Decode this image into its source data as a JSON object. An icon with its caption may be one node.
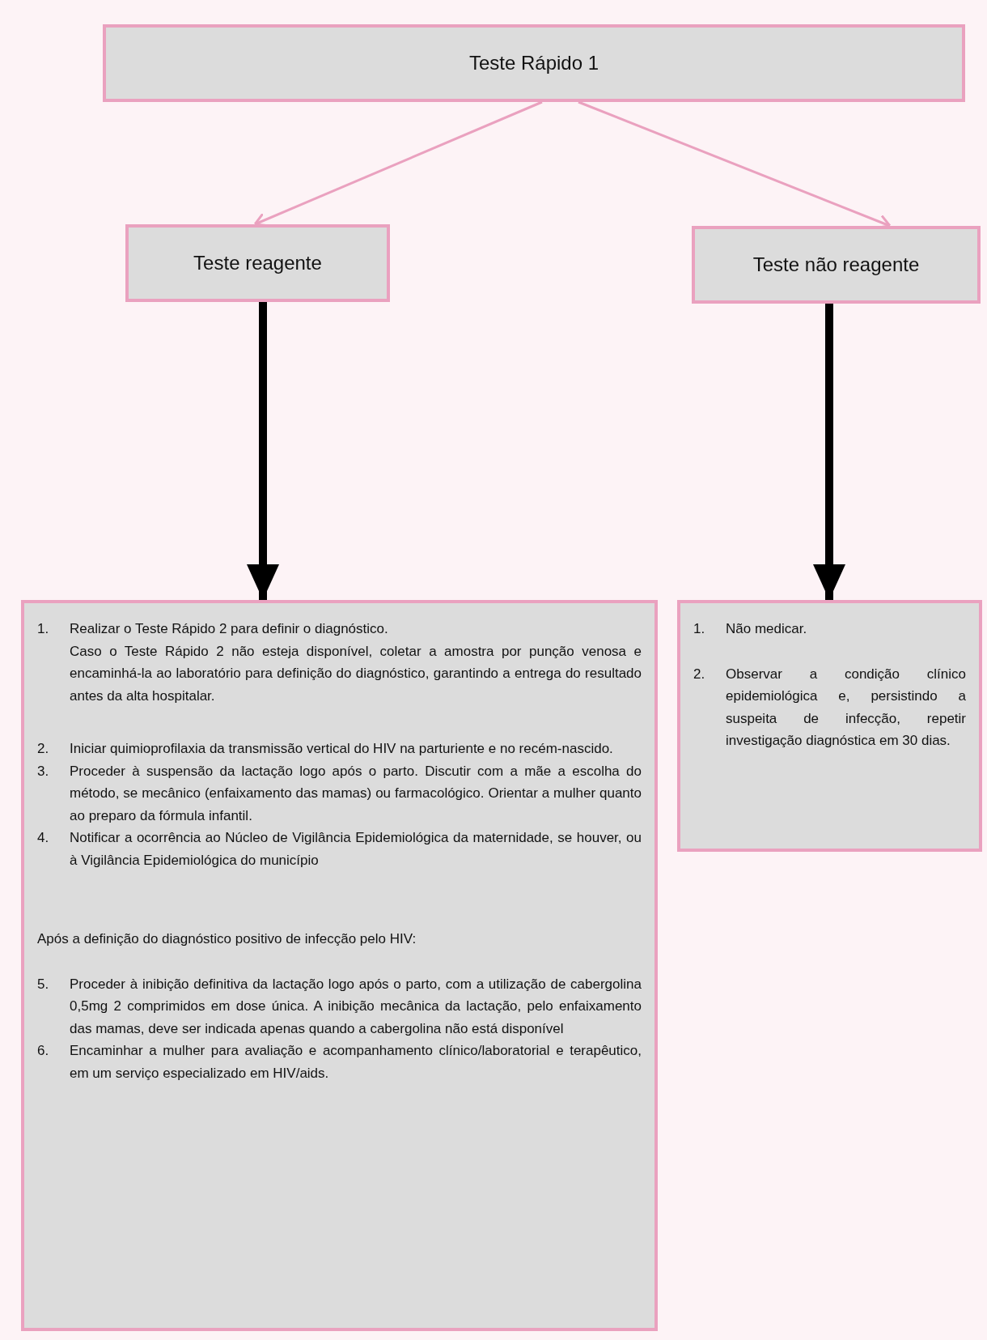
{
  "diagram": {
    "nodes": [
      {
        "text": [
          "Teste Rápido 1"
        ]
      },
      {
        "text": [
          "Teste reagente"
        ]
      },
      {
        "text": [
          "Teste não reagente"
        ]
      },
      {
        "text": [
          "1.",
          "Realizar o Teste Rápido 2 para definir o diagnóstico.",
          "Caso o Teste Rápido 2 não esteja disponível, coletar a amostra por punção venosa e encaminhá-la ao laboratório para definição do diagnóstico, garantindo a entrega do resultado antes da alta hospitalar.",
          "2.",
          "Iniciar quimioprofilaxia da transmissão vertical do HIV na parturiente e no recém-nascido.",
          "3.",
          "Proceder à suspensão da lactação logo após o parto. Discutir com a mãe a escolha do método, se mecânico (enfaixamento das mamas) ou farmacológico. Orientar a mulher quanto ao preparo da fórmula infantil.",
          "4.",
          "Notificar a ocorrência ao Núcleo de Vigilância Epidemiológica da maternidade, se houver, ou à Vigilância Epidemiológica do município",
          "Após a definição do diagnóstico positivo de infecção pelo HIV:",
          "5.",
          "Proceder à inibição definitiva da lactação logo após o parto, com a utilização de cabergolina 0,5mg 2 comprimidos em dose única. A inibição mecânica da lactação, pelo enfaixamento das mamas, deve ser indicada apenas quando a cabergolina não está disponível",
          "6.",
          "Encaminhar a mulher para avaliação e acompanhamento clínico/laboratorial e terapêutico, em um serviço especializado em HIV/aids."
        ]
      },
      {
        "text": [
          "1.",
          "Não medicar.",
          "2.",
          "Observar a condição clínico epidemiológica e, persistindo a suspeita de infecção, repetir investigação diagnóstica em 30 dias."
        ]
      }
    ],
    "edges": [
      {
        "from": 0,
        "to": 1,
        "arrow": "to"
      },
      {
        "from": 0,
        "to": 2,
        "arrow": "to"
      },
      {
        "from": 1,
        "to": 3,
        "arrow": "to",
        "style": "thick",
        "color": "#000000"
      },
      {
        "from": 2,
        "to": 4,
        "arrow": "to",
        "style": "thick",
        "color": "#000000"
      }
    ]
  }
}
